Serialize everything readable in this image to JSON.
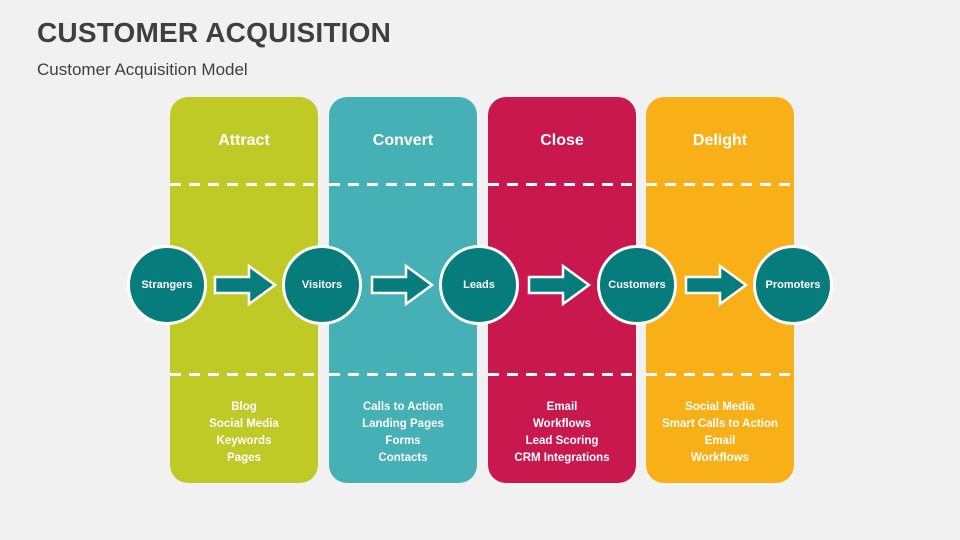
{
  "page": {
    "title": "CUSTOMER ACQUISITION",
    "subtitle": "Customer Acquisition Model"
  },
  "colors": {
    "background": "#f1f1f2",
    "title_text": "#3f3f3f",
    "attract": "#bfca26",
    "convert": "#45b0b5",
    "close": "#c9184e",
    "delight": "#f9b018",
    "node": "#077c7d",
    "arrow": "#077c7d",
    "dash": "#ffffff",
    "stage_text": "#ffffff"
  },
  "stages": [
    {
      "label": "Attract",
      "items": [
        "Blog",
        "Social Media",
        "Keywords",
        "Pages"
      ]
    },
    {
      "label": "Convert",
      "items": [
        "Calls to Action",
        "Landing Pages",
        "Forms",
        "Contacts"
      ]
    },
    {
      "label": "Close",
      "items": [
        "Email",
        "Workflows",
        "Lead Scoring",
        "CRM Integrations"
      ]
    },
    {
      "label": "Delight",
      "items": [
        "Social Media",
        "Smart Calls to Action",
        "Email",
        "Workflows"
      ]
    }
  ],
  "nodes": [
    {
      "label": "Strangers"
    },
    {
      "label": "Visitors"
    },
    {
      "label": "Leads"
    },
    {
      "label": "Customers"
    },
    {
      "label": "Promoters"
    }
  ]
}
